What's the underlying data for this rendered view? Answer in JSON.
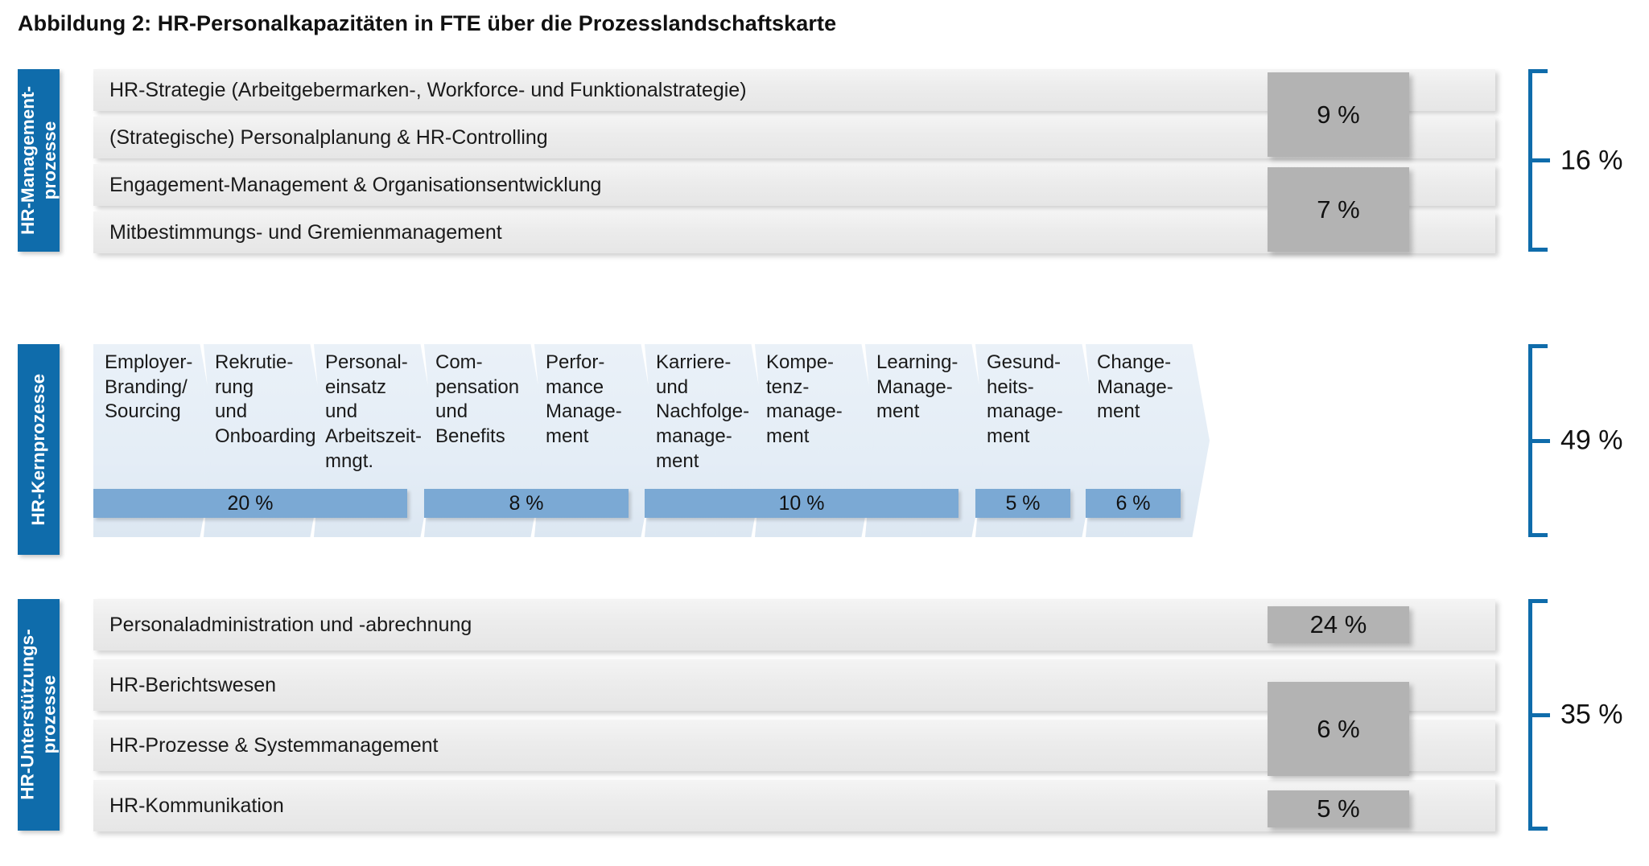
{
  "title": "Abbildung 2: HR-Personalkapazitäten in FTE über die Prozesslandschaftskarte",
  "colors": {
    "brand_blue": "#0f6cab",
    "bar_blue": "#7ba9d4",
    "grey_box": "#b3b3b3",
    "row_grey": "#ececec",
    "chevron_blue": "#e4edf6"
  },
  "chart_data": {
    "type": "table",
    "title": "HR-Personalkapazitäten in FTE über die Prozesslandschaftskarte",
    "unit": "%",
    "groups": [
      {
        "name": "HR-Managementprozesse",
        "total": "16 %",
        "values": [
          "9 %",
          "7 %"
        ]
      },
      {
        "name": "HR-Kernprozesse",
        "total": "49 %",
        "values": [
          "20 %",
          "8 %",
          "10 %",
          "5 %",
          "6 %"
        ]
      },
      {
        "name": "HR-Unterstützungsprozesse",
        "total": "35 %",
        "values": [
          "24 %",
          "6 %",
          "5 %"
        ]
      }
    ]
  },
  "bands": {
    "management": {
      "label": "HR-Management-\nprozesse",
      "label_line1": "HR-Management-",
      "label_line2": "prozesse",
      "total": "16 %",
      "rows": [
        {
          "text": "HR-Strategie (Arbeitgebermarken-, Workforce- und Funktionalstrategie)"
        },
        {
          "text": "(Strategische) Personalplanung & HR-Controlling"
        },
        {
          "text": "Engagement-Management & Organisationsentwicklung"
        },
        {
          "text": "Mitbestimmungs- und Gremienmanagement"
        }
      ],
      "percent_boxes": [
        {
          "value": "9 %",
          "span_rows": "1-2"
        },
        {
          "value": "7 %",
          "span_rows": "3-4"
        }
      ]
    },
    "core": {
      "label_line1": "HR-Kernprozesse",
      "total": "49 %",
      "chevrons": [
        {
          "lines": [
            "Employer-",
            "Branding/",
            "Sourcing"
          ]
        },
        {
          "lines": [
            "Rekrutie-",
            "rung",
            "und",
            "Onboarding"
          ]
        },
        {
          "lines": [
            "Personal-",
            "einsatz",
            "und",
            "Arbeitszeit-",
            "mngt."
          ]
        },
        {
          "lines": [
            "Com-",
            "pensation",
            "und",
            "Benefits"
          ]
        },
        {
          "lines": [
            "Perfor-",
            "mance",
            "Manage-",
            "ment"
          ]
        },
        {
          "lines": [
            "Karriere-",
            "und",
            "Nachfolge-",
            "manage-",
            "ment"
          ]
        },
        {
          "lines": [
            "Kompe-",
            "tenz-",
            "manage-",
            "ment"
          ]
        },
        {
          "lines": [
            "Learning-",
            "Manage-",
            "ment"
          ]
        },
        {
          "lines": [
            "Gesund-",
            "heits-",
            "manage-",
            "ment"
          ]
        },
        {
          "lines": [
            "Change-",
            "Manage-",
            "ment"
          ]
        }
      ],
      "percent_bars": [
        {
          "value": "20 %",
          "covers": "1-3"
        },
        {
          "value": "8 %",
          "covers": "4-5"
        },
        {
          "value": "10 %",
          "covers": "6-8"
        },
        {
          "value": "5 %",
          "covers": "9"
        },
        {
          "value": "6 %",
          "covers": "10"
        }
      ]
    },
    "support": {
      "label_line1": "HR-Unterstützungs-",
      "label_line2": "prozesse",
      "total": "35 %",
      "rows": [
        {
          "text": "Personaladministration und -abrechnung"
        },
        {
          "text": "HR-Berichtswesen"
        },
        {
          "text": "HR-Prozesse & Systemmanagement"
        },
        {
          "text": "HR-Kommunikation"
        }
      ],
      "percent_boxes": [
        {
          "value": "24 %",
          "span_rows": "1"
        },
        {
          "value": "6 %",
          "span_rows": "2-3"
        },
        {
          "value": "5 %",
          "span_rows": "4"
        }
      ]
    }
  }
}
